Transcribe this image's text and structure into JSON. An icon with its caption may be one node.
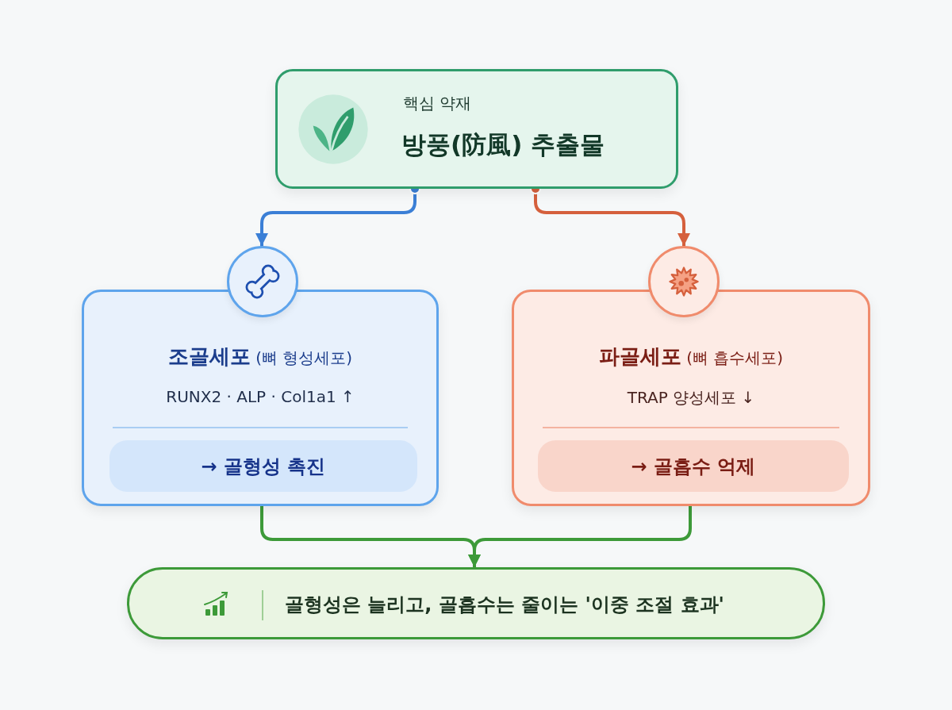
{
  "diagram": {
    "nodes": [
      {
        "text": [
          "핵심 약재",
          "방풍(防風) 추출물"
        ]
      },
      {
        "text": [],
        "shape": "circle"
      },
      {
        "text": [
          "**조골세포** (뼈 형성세포)",
          "RUNX2 · ALP · Col1a1 ↑"
        ]
      },
      {
        "text": [
          "→ 골형성 촉진"
        ],
        "in": 2
      },
      {
        "text": [],
        "shape": "circle"
      },
      {
        "text": [
          "**파골세포** (뼈 흡수세포)",
          "TRAP 양성세포 ↓"
        ]
      },
      {
        "text": [
          "→ 골흡수 억제"
        ],
        "in": 5
      },
      {
        "text": [
          "골형성은 늘리고, 골흡수는 줄이는 '이중 조절 효과'"
        ]
      }
    ],
    "edges": [
      {
        "from": 0,
        "to": 1,
        "arrow": "to",
        "color": "#3b7fd6"
      },
      {
        "from": 0,
        "to": 4,
        "arrow": "to",
        "color": "#d5603d"
      },
      {
        "from": 2,
        "to": 7,
        "arrow": "to"
      },
      {
        "from": 5,
        "to": 7,
        "arrow": "to"
      }
    ]
  }
}
